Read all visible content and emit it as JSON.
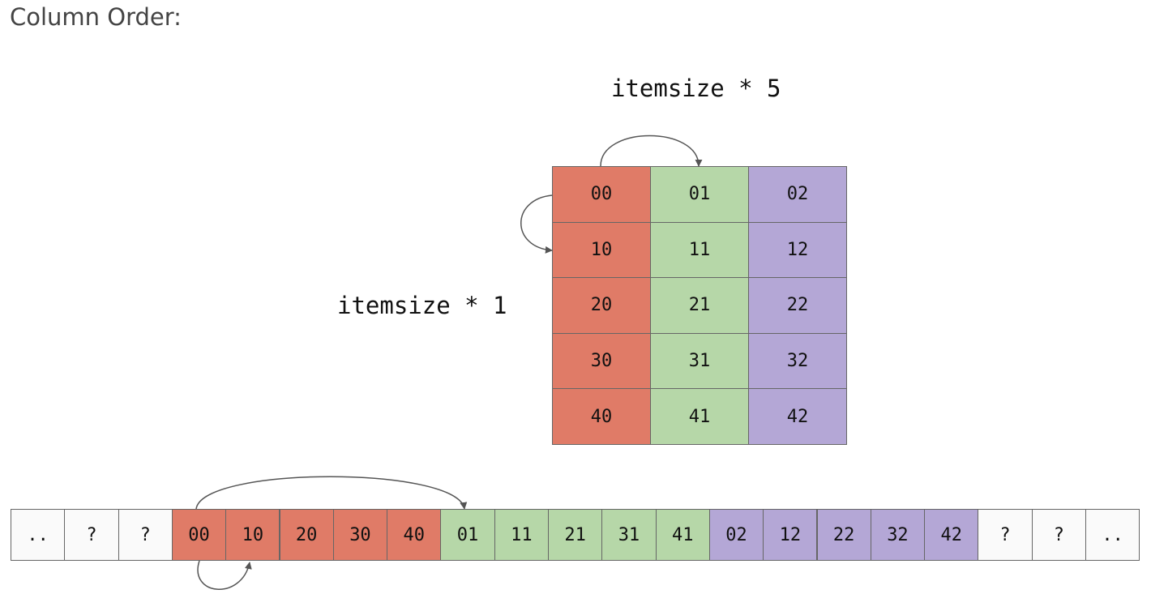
{
  "heading": "Column Order:",
  "label_column_stride": "itemsize * 5",
  "label_row_stride": "itemsize * 1",
  "colors": {
    "col0": "#e07b67",
    "col1": "#b6d7a8",
    "col2": "#b4a7d6",
    "empty": "#fafafa"
  },
  "grid": [
    [
      "00",
      "01",
      "02"
    ],
    [
      "10",
      "11",
      "12"
    ],
    [
      "20",
      "21",
      "22"
    ],
    [
      "30",
      "31",
      "32"
    ],
    [
      "40",
      "41",
      "42"
    ]
  ],
  "memory": [
    {
      "label": "..",
      "group": "empty"
    },
    {
      "label": "?",
      "group": "empty"
    },
    {
      "label": "?",
      "group": "empty"
    },
    {
      "label": "00",
      "group": "col0"
    },
    {
      "label": "10",
      "group": "col0"
    },
    {
      "label": "20",
      "group": "col0"
    },
    {
      "label": "30",
      "group": "col0"
    },
    {
      "label": "40",
      "group": "col0"
    },
    {
      "label": "01",
      "group": "col1"
    },
    {
      "label": "11",
      "group": "col1"
    },
    {
      "label": "21",
      "group": "col1"
    },
    {
      "label": "31",
      "group": "col1"
    },
    {
      "label": "41",
      "group": "col1"
    },
    {
      "label": "02",
      "group": "col2"
    },
    {
      "label": "12",
      "group": "col2"
    },
    {
      "label": "22",
      "group": "col2"
    },
    {
      "label": "32",
      "group": "col2"
    },
    {
      "label": "42",
      "group": "col2"
    },
    {
      "label": "?",
      "group": "empty"
    },
    {
      "label": "?",
      "group": "empty"
    },
    {
      "label": "..",
      "group": "empty"
    }
  ]
}
